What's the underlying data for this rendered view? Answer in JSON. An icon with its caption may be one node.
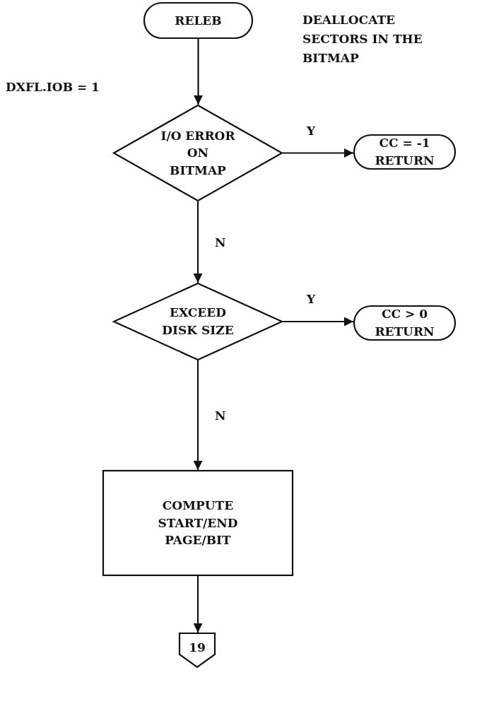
{
  "diagram": {
    "nodes": [
      {
        "text": [
          "RELEB"
        ]
      },
      {
        "text": [
          "I/O ERROR ON BITMAP"
        ]
      },
      {
        "text": [
          "CC = -1 RETURN"
        ]
      },
      {
        "text": [
          "EXCEED DISK SIZE"
        ]
      },
      {
        "text": [
          "CC > 0 RETURN"
        ]
      },
      {
        "text": [
          "COMPUTE START/END PAGE/BIT"
        ]
      },
      {
        "text": [
          "19"
        ]
      }
    ],
    "edges": [
      {
        "from": 0,
        "to": 1,
        "arrow": "to"
      },
      {
        "from": 1,
        "to": 2,
        "arrow": "to",
        "label": "Y"
      },
      {
        "from": 1,
        "to": 3,
        "arrow": "to",
        "label": "N"
      },
      {
        "from": 3,
        "to": 4,
        "arrow": "to",
        "label": "Y"
      },
      {
        "from": 3,
        "to": 5,
        "arrow": "to",
        "label": "N"
      },
      {
        "from": 5,
        "to": 6,
        "arrow": "to"
      }
    ],
    "labels": [
      "DEALLOCATE SECTORS IN THE BITMAP",
      "DXFL.IOB = 1"
    ]
  }
}
